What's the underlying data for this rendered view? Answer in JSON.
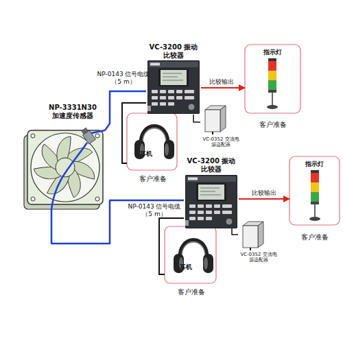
{
  "diagram": {
    "nodes": [
      {
        "text": [
          "NP-3331N30 加速度传感器"
        ]
      },
      {
        "text": [
          "VC-3200 振动比较器"
        ]
      },
      {
        "text": [
          "指示灯",
          "客户准备"
        ]
      },
      {
        "text": [
          "耳机",
          "客户准备"
        ]
      },
      {
        "text": [
          "VC-0352 交流电源适配器"
        ]
      },
      {
        "text": [
          "VC-3200 振动比较器"
        ]
      },
      {
        "text": [
          "指示灯",
          "客户准备"
        ]
      },
      {
        "text": [
          "耳机",
          "客户准备"
        ]
      },
      {
        "text": [
          "VC-0352 交流电源适配器"
        ]
      }
    ],
    "edges": [
      {
        "from": 0,
        "to": 1,
        "arrow": "none",
        "label": "NP-0143 信号电缆（5 m）"
      },
      {
        "from": 1,
        "to": 2,
        "arrow": "to",
        "label": "比较输出"
      },
      {
        "from": 1,
        "to": 3,
        "arrow": "none"
      },
      {
        "from": 1,
        "to": 4,
        "arrow": "none"
      },
      {
        "from": 0,
        "to": 5,
        "arrow": "none",
        "label": "NP-0143 信号电缆（5 m）"
      },
      {
        "from": 5,
        "to": 6,
        "arrow": "to",
        "label": "比较输出"
      },
      {
        "from": 5,
        "to": 7,
        "arrow": "none"
      },
      {
        "from": 5,
        "to": 8,
        "arrow": "none"
      }
    ]
  }
}
